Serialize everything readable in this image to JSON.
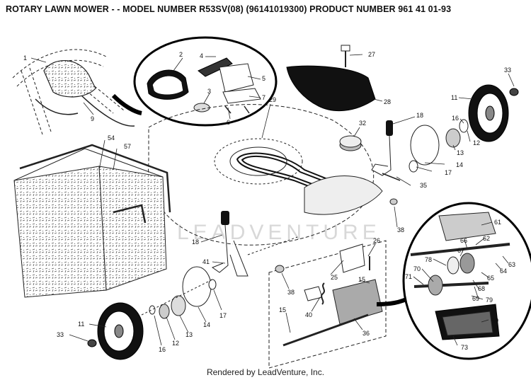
{
  "header": {
    "title": "ROTARY LAWN MOWER - - MODEL NUMBER  R53SV(08)  (96141019300) PRODUCT NUMBER 961 41 01-93"
  },
  "watermark": "LEADVENTURE",
  "footer": "Rendered by LeadVenture, Inc.",
  "callouts": [
    {
      "id": "c1",
      "label": "1"
    },
    {
      "id": "c2",
      "label": "2"
    },
    {
      "id": "c3",
      "label": "3"
    },
    {
      "id": "c4",
      "label": "4"
    },
    {
      "id": "c5",
      "label": "5"
    },
    {
      "id": "c6",
      "label": "6"
    },
    {
      "id": "c7",
      "label": "7"
    },
    {
      "id": "c9",
      "label": "9"
    },
    {
      "id": "c27",
      "label": "27"
    },
    {
      "id": "c28",
      "label": "28"
    },
    {
      "id": "c29",
      "label": "29"
    },
    {
      "id": "c33a",
      "label": "33"
    },
    {
      "id": "c11a",
      "label": "11"
    },
    {
      "id": "c16a",
      "label": "16"
    },
    {
      "id": "c12a",
      "label": "12"
    },
    {
      "id": "c13a",
      "label": "13"
    },
    {
      "id": "c18a",
      "label": "18"
    },
    {
      "id": "c32",
      "label": "32"
    },
    {
      "id": "c14a",
      "label": "14"
    },
    {
      "id": "c17a",
      "label": "17"
    },
    {
      "id": "c35",
      "label": "35"
    },
    {
      "id": "c54",
      "label": "54"
    },
    {
      "id": "c57",
      "label": "57"
    },
    {
      "id": "c38a",
      "label": "38"
    },
    {
      "id": "c18b",
      "label": "18"
    },
    {
      "id": "c41",
      "label": "41"
    },
    {
      "id": "c25",
      "label": "25"
    },
    {
      "id": "c26",
      "label": "26"
    },
    {
      "id": "c15a",
      "label": "15"
    },
    {
      "id": "c38b",
      "label": "38"
    },
    {
      "id": "c40",
      "label": "40"
    },
    {
      "id": "c15b",
      "label": "15"
    },
    {
      "id": "c36",
      "label": "36"
    },
    {
      "id": "c11b",
      "label": "11"
    },
    {
      "id": "c33b",
      "label": "33"
    },
    {
      "id": "c16b",
      "label": "16"
    },
    {
      "id": "c12b",
      "label": "12"
    },
    {
      "id": "c13b",
      "label": "13"
    },
    {
      "id": "c14b",
      "label": "14"
    },
    {
      "id": "c17b",
      "label": "17"
    },
    {
      "id": "c61",
      "label": "61"
    },
    {
      "id": "c62",
      "label": "62"
    },
    {
      "id": "c66",
      "label": "66"
    },
    {
      "id": "c67",
      "label": "67"
    },
    {
      "id": "c63",
      "label": "63"
    },
    {
      "id": "c64",
      "label": "64"
    },
    {
      "id": "c65",
      "label": "65"
    },
    {
      "id": "c78",
      "label": "78"
    },
    {
      "id": "c70",
      "label": "70"
    },
    {
      "id": "c71",
      "label": "71"
    },
    {
      "id": "c69",
      "label": "69"
    },
    {
      "id": "c68",
      "label": "68"
    },
    {
      "id": "c79",
      "label": "79"
    },
    {
      "id": "c60",
      "label": "60"
    },
    {
      "id": "c73",
      "label": "73"
    }
  ]
}
